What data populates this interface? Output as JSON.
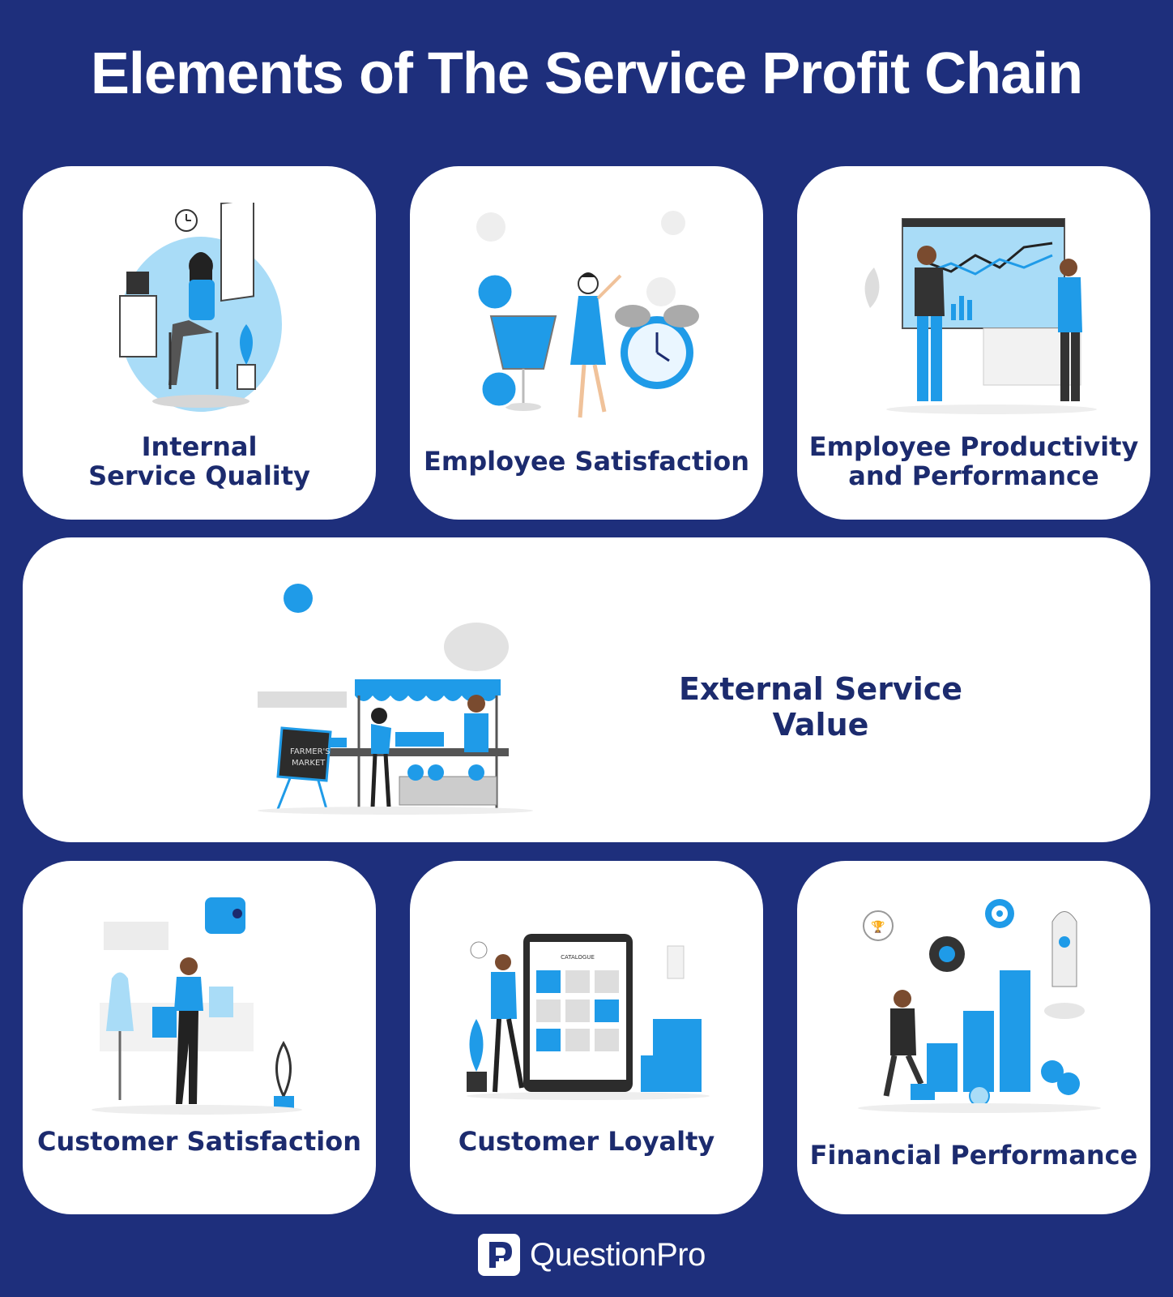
{
  "title": "Elements of The Service Profit Chain",
  "cards": [
    {
      "label_lines": [
        "Internal",
        "Service Quality"
      ],
      "icon": "woman-with-coffee-illustration"
    },
    {
      "label_lines": [
        "Employee Satisfaction"
      ],
      "icon": "celebrating-woman-clock-illustration"
    },
    {
      "label_lines": [
        "Employee Productivity",
        "and Performance"
      ],
      "icon": "dashboard-analysts-illustration"
    },
    {
      "label_lines": [
        "External Service Value"
      ],
      "icon": "farmers-market-stall-illustration",
      "sign_lines": [
        "FARMER'S",
        "MARKET"
      ]
    },
    {
      "label_lines": [
        "Customer Satisfaction"
      ],
      "icon": "shopping-woman-illustration"
    },
    {
      "label_lines": [
        "Customer Loyalty"
      ],
      "icon": "catalogue-tablet-illustration",
      "screen_title": "CATALOGUE"
    },
    {
      "label_lines": [
        "Financial Performance"
      ],
      "icon": "growth-chart-rocket-illustration"
    }
  ],
  "brand": {
    "name": "QuestionPro",
    "logo_icon": "questionpro-logo-icon"
  },
  "colors": {
    "background": "#1e2f7c",
    "accent": "#1f9be8",
    "text_dark": "#1c2b6e",
    "card": "#ffffff"
  }
}
